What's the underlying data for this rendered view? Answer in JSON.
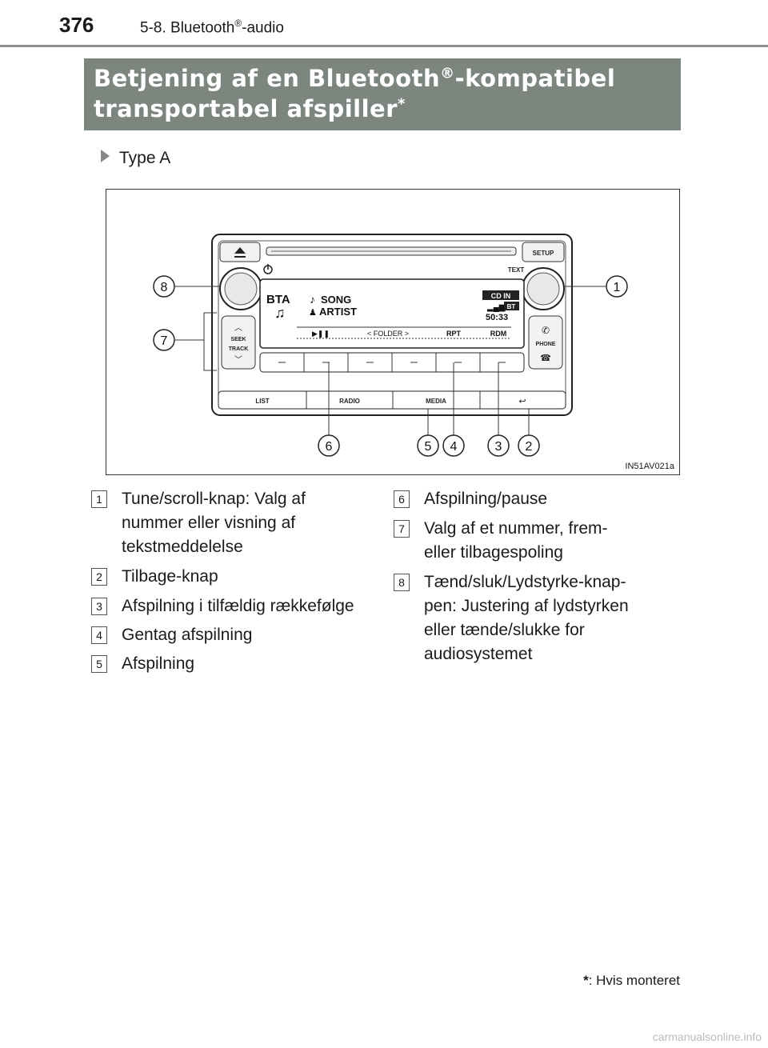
{
  "header": {
    "page_number": "376",
    "section_prefix": "5-8. Bluetooth",
    "section_reg": "®",
    "section_suffix": "-audio"
  },
  "title": {
    "line1_a": "Betjening af en Bluetooth",
    "line1_reg": "®",
    "line1_b": "-kompatibel",
    "line2": "transportabel afspiller",
    "asterisk": "*"
  },
  "type_label": "Type A",
  "figure": {
    "code": "IN51AV021a",
    "unit": {
      "setup": "SETUP",
      "text": "TEXT",
      "bta": "BTA",
      "song": "SONG",
      "artist": "ARTIST",
      "cd_in": "CD IN",
      "bt": "BT",
      "time": "50:33",
      "play_pause": "▶❚❚",
      "folder": "FOLDER",
      "rpt": "RPT",
      "rdm": "RDM",
      "seek": "SEEK",
      "track": "TRACK",
      "phone": "PHONE",
      "list": "LIST",
      "radio": "RADIO",
      "media": "MEDIA"
    },
    "callouts": [
      "1",
      "2",
      "3",
      "4",
      "5",
      "6",
      "7",
      "8"
    ]
  },
  "legend_left": [
    {
      "num": "1",
      "lines": [
        "Tune/scroll-knap: Valg af",
        "nummer eller visning af",
        "tekstmeddelelse"
      ]
    },
    {
      "num": "2",
      "lines": [
        "Tilbage-knap"
      ]
    },
    {
      "num": "3",
      "lines": [
        "Afspilning i tilfældig rækkefølge"
      ]
    },
    {
      "num": "4",
      "lines": [
        "Gentag afspilning"
      ]
    },
    {
      "num": "5",
      "lines": [
        "Afspilning"
      ]
    }
  ],
  "legend_right": [
    {
      "num": "6",
      "lines": [
        "Afspilning/pause"
      ]
    },
    {
      "num": "7",
      "lines": [
        "Valg af et nummer, frem-",
        "eller tilbagespoling"
      ]
    },
    {
      "num": "8",
      "lines": [
        "Tænd/sluk/Lydstyrke-knap-",
        "pen: Justering af lydstyrken",
        "eller tænde/slukke for",
        "audiosystemet"
      ]
    }
  ],
  "footnote": {
    "star": "*",
    "text": ": Hvis monteret"
  },
  "watermark": "carmanualsonline.info"
}
